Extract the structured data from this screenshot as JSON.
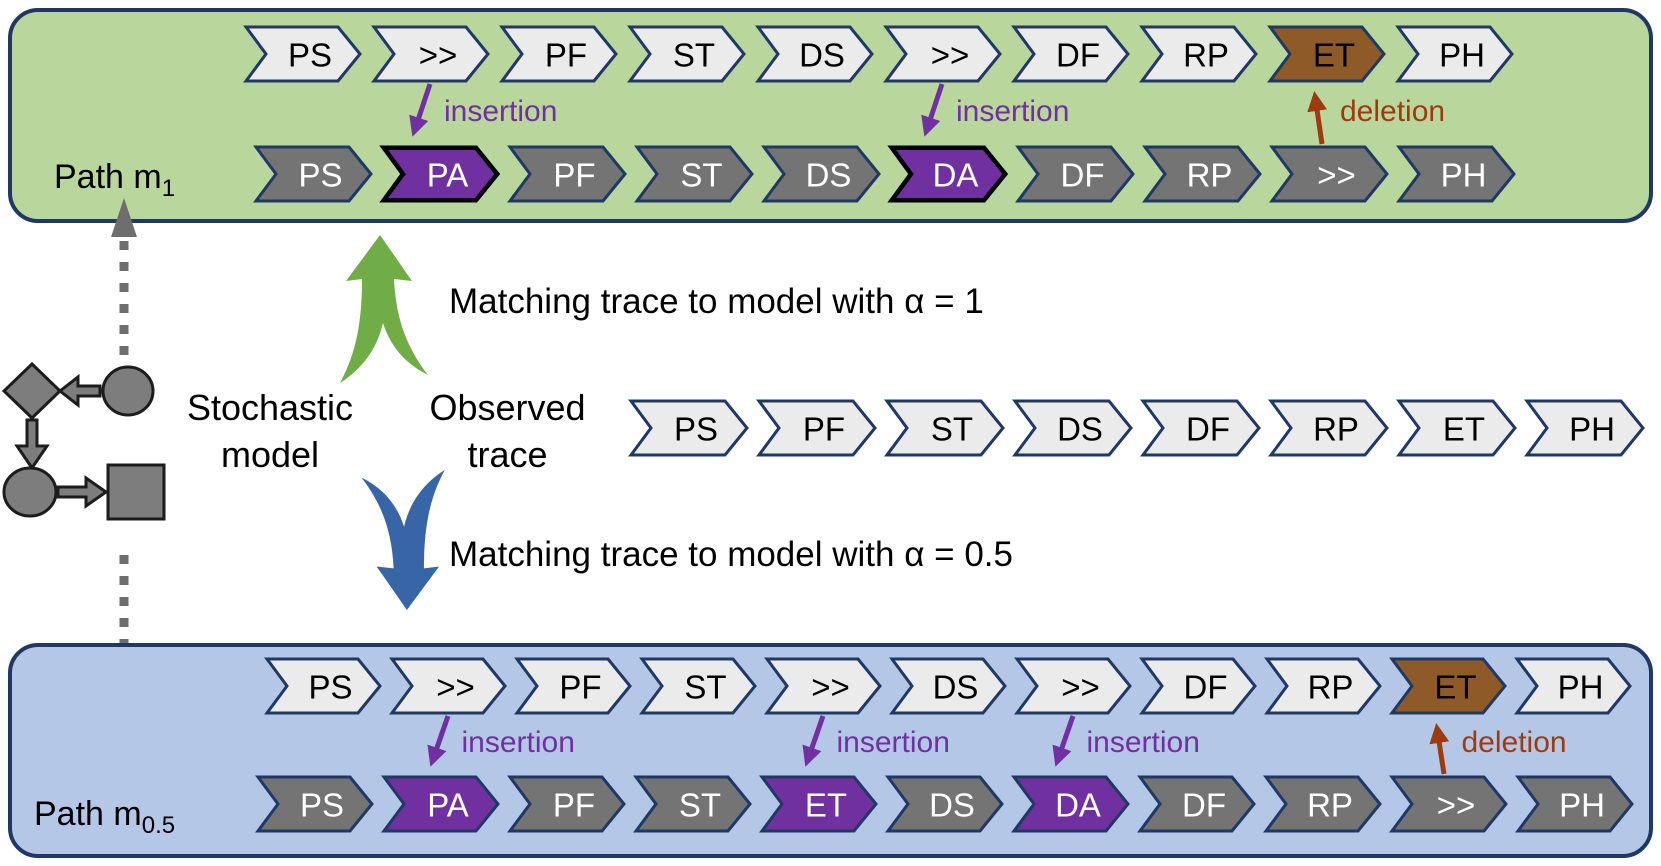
{
  "title": "Matching an observed trace to a stochastic model with different alpha values",
  "colors": {
    "panel_top_bg": "#b9d79c",
    "panel_bottom_bg": "#b4c7e7",
    "border_navy": "#1f3864",
    "chevron_light": "#ebebeb",
    "chevron_dark": "#747474",
    "chevron_purple": "#7030a0",
    "chevron_brown": "#8e5b28",
    "insertion": "#7030a0",
    "deletion": "#9e3b0e",
    "arrow_up_green": "#70ad47",
    "arrow_down_blue": "#3765a6",
    "icon_gray": "#7d7d7d",
    "dashed_gray": "#6e6e6e"
  },
  "panels": {
    "top": {
      "path_label": {
        "base": "Path m",
        "sub": "1"
      },
      "model_row": [
        {
          "t": "PS",
          "c": "light"
        },
        {
          "t": ">>",
          "c": "light"
        },
        {
          "t": "PF",
          "c": "light"
        },
        {
          "t": "ST",
          "c": "light"
        },
        {
          "t": "DS",
          "c": "light"
        },
        {
          "t": ">>",
          "c": "light"
        },
        {
          "t": "DF",
          "c": "light"
        },
        {
          "t": "RP",
          "c": "light"
        },
        {
          "t": "ET",
          "c": "brown"
        },
        {
          "t": "PH",
          "c": "light"
        }
      ],
      "path_row": [
        {
          "t": "PS",
          "c": "dark"
        },
        {
          "t": "PA",
          "c": "pb"
        },
        {
          "t": "PF",
          "c": "dark"
        },
        {
          "t": "ST",
          "c": "dark"
        },
        {
          "t": "DS",
          "c": "dark"
        },
        {
          "t": "DA",
          "c": "pb"
        },
        {
          "t": "DF",
          "c": "dark"
        },
        {
          "t": "RP",
          "c": "dark"
        },
        {
          "t": ">>",
          "c": "dark"
        },
        {
          "t": "PH",
          "c": "dark"
        }
      ],
      "edits": [
        {
          "kind": "insertion",
          "label": "insertion",
          "index": 1
        },
        {
          "kind": "insertion",
          "label": "insertion",
          "index": 5
        },
        {
          "kind": "deletion",
          "label": "deletion",
          "index": 8
        }
      ]
    },
    "bottom": {
      "path_label": {
        "base": "Path m",
        "sub": "0.5"
      },
      "model_row": [
        {
          "t": "PS",
          "c": "light"
        },
        {
          "t": ">>",
          "c": "light"
        },
        {
          "t": "PF",
          "c": "light"
        },
        {
          "t": "ST",
          "c": "light"
        },
        {
          "t": ">>",
          "c": "light"
        },
        {
          "t": "DS",
          "c": "light"
        },
        {
          "t": ">>",
          "c": "light"
        },
        {
          "t": "DF",
          "c": "light"
        },
        {
          "t": "RP",
          "c": "light"
        },
        {
          "t": "ET",
          "c": "brown"
        },
        {
          "t": "PH",
          "c": "light"
        }
      ],
      "path_row": [
        {
          "t": "PS",
          "c": "dark"
        },
        {
          "t": "PA",
          "c": "purple"
        },
        {
          "t": "PF",
          "c": "dark"
        },
        {
          "t": "ST",
          "c": "dark"
        },
        {
          "t": "ET",
          "c": "purple"
        },
        {
          "t": "DS",
          "c": "dark"
        },
        {
          "t": "DA",
          "c": "purple"
        },
        {
          "t": "DF",
          "c": "dark"
        },
        {
          "t": "RP",
          "c": "dark"
        },
        {
          "t": ">>",
          "c": "dark"
        },
        {
          "t": "PH",
          "c": "dark"
        }
      ],
      "edits": [
        {
          "kind": "insertion",
          "label": "insertion",
          "index": 1
        },
        {
          "kind": "insertion",
          "label": "insertion",
          "index": 4
        },
        {
          "kind": "insertion",
          "label": "insertion",
          "index": 6
        },
        {
          "kind": "deletion",
          "label": "deletion",
          "index": 9
        }
      ]
    }
  },
  "middle": {
    "model_caption": {
      "line1": "Stochastic",
      "line2": "model"
    },
    "trace_caption": {
      "line1": "Observed",
      "line2": "trace"
    },
    "match_up_label": "Matching trace to model with α = 1",
    "match_down_label": "Matching trace to model with α = 0.5",
    "observed_row": [
      {
        "t": "PS",
        "c": "light"
      },
      {
        "t": "PF",
        "c": "light"
      },
      {
        "t": "ST",
        "c": "light"
      },
      {
        "t": "DS",
        "c": "light"
      },
      {
        "t": "DF",
        "c": "light"
      },
      {
        "t": "RP",
        "c": "light"
      },
      {
        "t": "ET",
        "c": "light"
      },
      {
        "t": "PH",
        "c": "light"
      }
    ]
  }
}
